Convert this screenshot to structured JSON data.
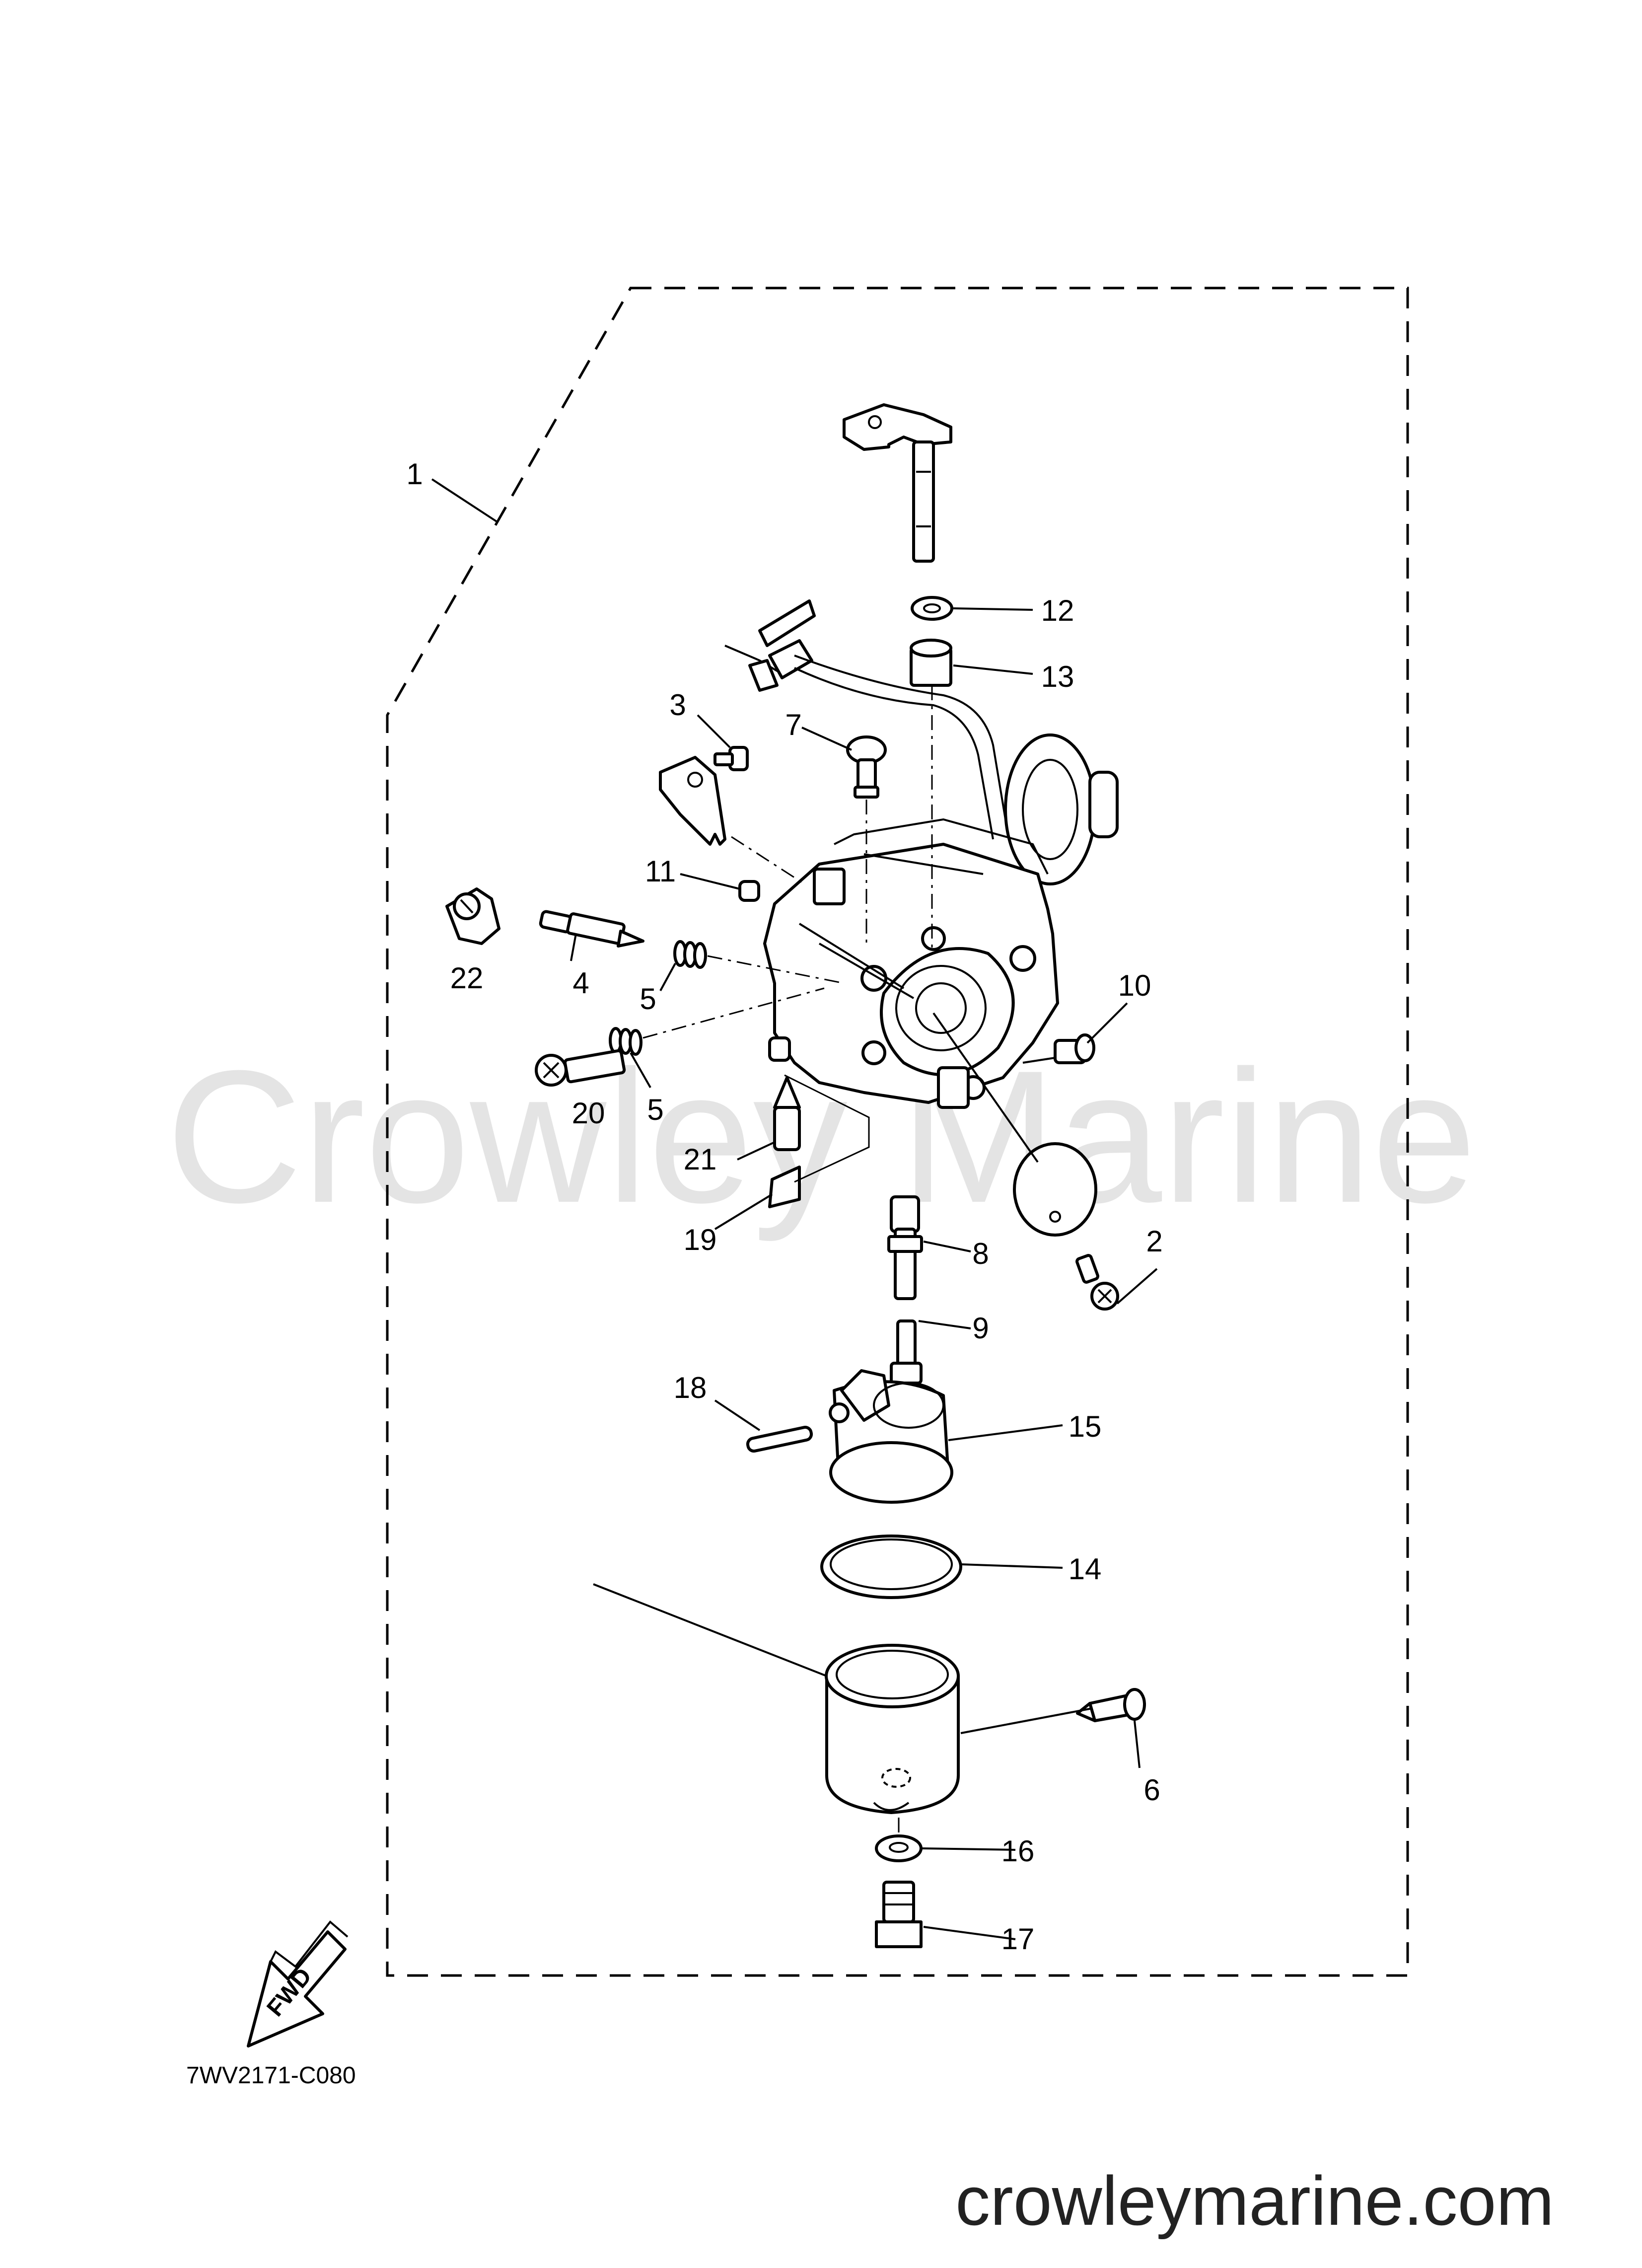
{
  "watermark": "Crowley Marine",
  "diagram_code": "7WV2171-C080",
  "website": "crowleymarine.com",
  "fwd_label": "FWD",
  "callouts": [
    {
      "id": "1",
      "label": "1"
    },
    {
      "id": "2",
      "label": "2"
    },
    {
      "id": "3",
      "label": "3"
    },
    {
      "id": "4",
      "label": "4"
    },
    {
      "id": "5a",
      "label": "5"
    },
    {
      "id": "5b",
      "label": "5"
    },
    {
      "id": "6",
      "label": "6"
    },
    {
      "id": "7",
      "label": "7"
    },
    {
      "id": "8",
      "label": "8"
    },
    {
      "id": "9",
      "label": "9"
    },
    {
      "id": "10",
      "label": "10"
    },
    {
      "id": "11",
      "label": "11"
    },
    {
      "id": "12",
      "label": "12"
    },
    {
      "id": "13",
      "label": "13"
    },
    {
      "id": "14",
      "label": "14"
    },
    {
      "id": "15",
      "label": "15"
    },
    {
      "id": "16",
      "label": "16"
    },
    {
      "id": "17",
      "label": "17"
    },
    {
      "id": "18",
      "label": "18"
    },
    {
      "id": "19",
      "label": "19"
    },
    {
      "id": "20",
      "label": "20"
    },
    {
      "id": "21",
      "label": "21"
    },
    {
      "id": "22",
      "label": "22"
    }
  ]
}
